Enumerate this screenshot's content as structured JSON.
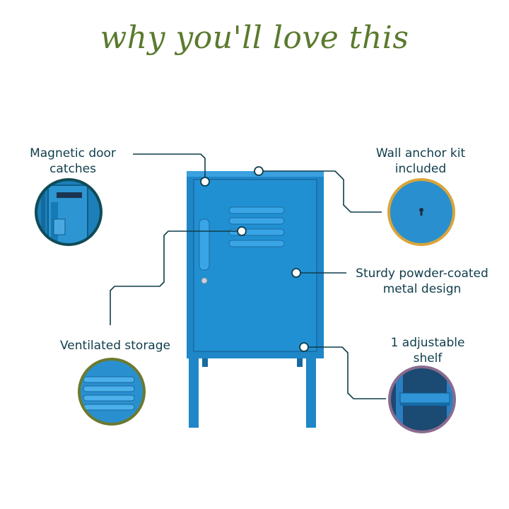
{
  "title": "why you'll love this",
  "features": {
    "magnetic": {
      "line1": "Magnetic door",
      "line2": "catches"
    },
    "wall_anchor": {
      "line1": "Wall anchor kit",
      "line2": "included"
    },
    "sturdy": {
      "line1": "Sturdy powder-coated",
      "line2": "metal design"
    },
    "ventilated": {
      "line1": "Ventilated storage"
    },
    "shelf": {
      "line1": "1 adjustable",
      "line2": "shelf"
    }
  },
  "colors": {
    "title": "#5a7a2e",
    "text": "#0f3d4a",
    "cabinet": "#1f86c8",
    "ring_magnetic": "#0f4b57",
    "ring_wall": "#d9a53a",
    "ring_vent": "#6b7a2e",
    "ring_shelf": "#8a6b8e"
  }
}
